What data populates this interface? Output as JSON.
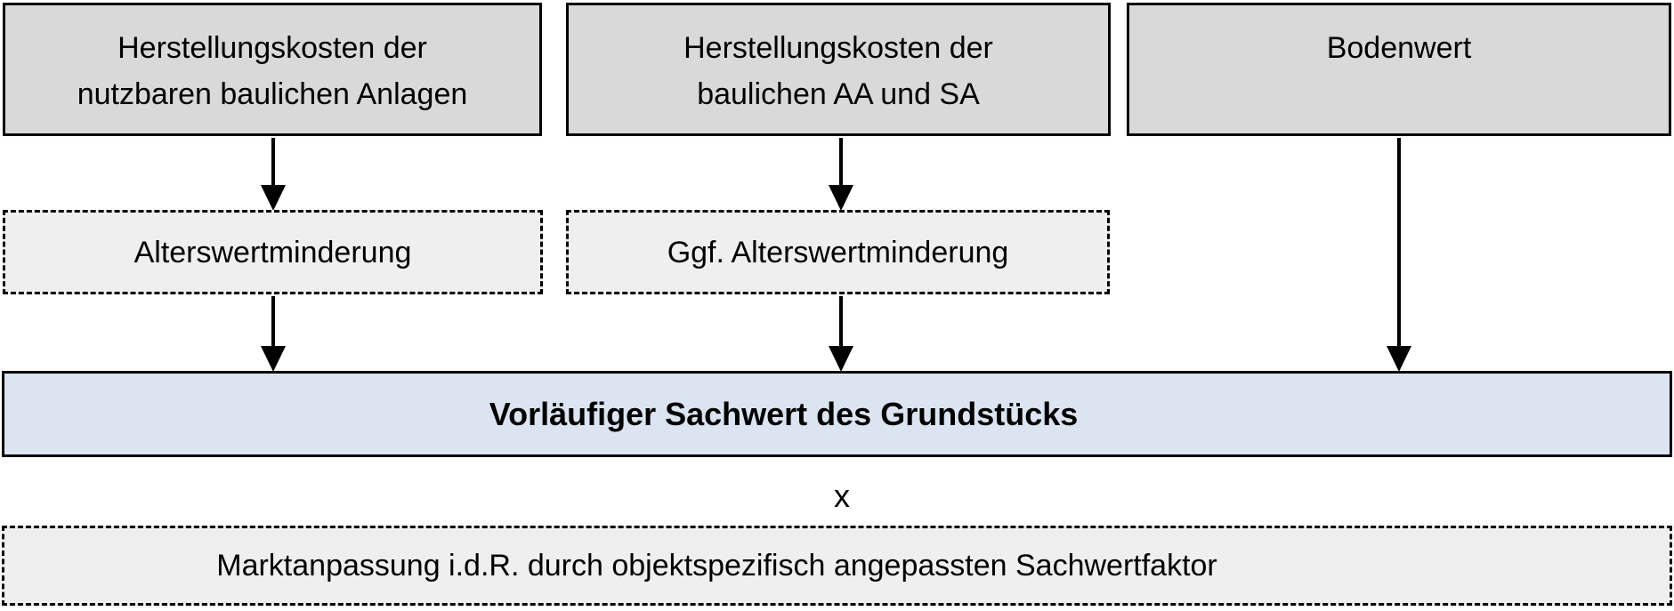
{
  "diagram": {
    "top_row": [
      {
        "label": "Herstellungskosten der\nnutzbaren baulichen Anlagen"
      },
      {
        "label": "Herstellungskosten der\nbaulichen AA und SA"
      },
      {
        "label": "Bodenwert"
      }
    ],
    "middle_row": [
      {
        "label": "Alterswertminderung"
      },
      {
        "label": "Ggf. Alterswertminderung"
      }
    ],
    "result_box": {
      "label": "Vorläufiger Sachwert des Grundstücks"
    },
    "operator": {
      "label": "x"
    },
    "bottom_box": {
      "label": "Marktanpassung i.d.R. durch objektspezifisch angepassten Sachwertfaktor"
    },
    "colors": {
      "background": "#ffffff",
      "box_gray": "#d9d9d9",
      "box_light_gray": "#efefef",
      "box_blue": "#dbe4f0",
      "border": "#000000",
      "text": "#000000"
    }
  }
}
